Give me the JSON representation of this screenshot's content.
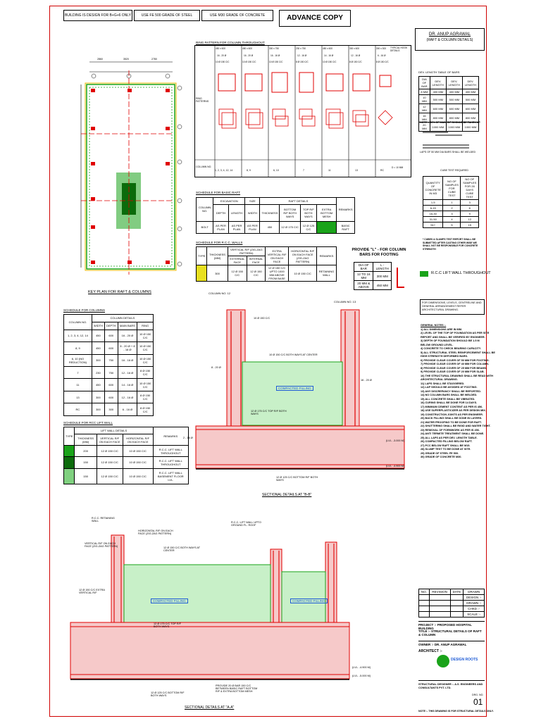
{
  "header": {
    "box1": "BUILDING IS DESIGN FOR B+G+6 ONLY",
    "box2": "USE FE 500 GRADE OF STEEL",
    "box3": "USE M30 GRADE OF CONCRETE",
    "advance": "ADVANCE COPY"
  },
  "title_block": {
    "client": "DR. ANUP AGRAWAL",
    "sheet_title": "(RAFT & COLUMN DETAILS)"
  },
  "ring_pattern": {
    "title": "RING PATTERN FOR COLUMN THROUGHOUT",
    "typical_hook": "TYPICAL HOOK DETAILS",
    "row_ring": "RING PATTERNS",
    "row_column": "COLUMN NO.",
    "sizes": [
      "450 x 600",
      "450 x 600",
      "300 x 750",
      "230 x 750",
      "450 x 600",
      "300 x 600",
      "300 x 300"
    ],
    "bars": [
      "16 - 20 Ø",
      "16 - 20 Ø",
      "16 - 16 Ø",
      "12 - 16 Ø",
      "14 - 16 Ø",
      "12 - 16 Ø",
      "6 - 16 Ø"
    ],
    "rings": [
      "10 Ø 150 C/C",
      "10 Ø 150 C/C",
      "10 Ø 150 C/C",
      "8 Ø 150 C/C",
      "10 Ø 150 C/C",
      "8 Ø 150 C/C",
      "8 Ø 150 C/C"
    ],
    "columns": [
      "1, 2, 3, 4, 12, 14",
      "8, 9",
      "6, 10",
      "7",
      "11",
      "13",
      "RC"
    ],
    "hook_note": "D = 10 MM"
  },
  "keyplan": {
    "title": "KEY PLAN FOR RAFT & COLUMNS",
    "dims_top": [
      "2860",
      "3520",
      "2780"
    ],
    "axis_right": [
      "A",
      "B",
      "C",
      "D",
      "E",
      "F",
      "G"
    ],
    "axis_top": [
      "1",
      "2",
      "3"
    ]
  },
  "basic_raft": {
    "title": "SCHEDULE FOR BASIC RAFT",
    "headers": [
      "COLUMN NO.",
      "EXCAVATION",
      "SIZE",
      "RAFT DETAILS",
      "REMARKS"
    ],
    "sub": [
      "DEPTH",
      "LENGTH",
      "WIDTH",
      "LENGTH",
      "THICKNESS",
      "BOTTOM R/F BOTH WAYS",
      "TOP R/F BOTH WAYS",
      "EXTRA BOTTOM MESH"
    ],
    "row": [
      "BOLT",
      "AS PER PLAN",
      "AS PER PLAN",
      "450",
      "12 Ø 175 C/C",
      "12 Ø 125 C/C",
      "",
      "BASIC RAFT"
    ]
  },
  "rcc_walls": {
    "title": "SCHEDULE FOR R.C.C. WALLS",
    "headers": [
      "TYPE",
      "THICKNESS (MM)",
      "VERTICAL R/F (ZIG-ZAG PATTERN)",
      "EXTRA VERTICAL R/F ON EACH FACE",
      "HORIZONTAL R/F ON EACH FACE (ZIG-ZAG PATTERN)",
      "REMARKS"
    ],
    "sub": [
      "EXTERNAL FACE",
      "INTERNAL FACE"
    ],
    "row": [
      "",
      "300",
      "12 Ø 150 C/C",
      "12 Ø 150 C/C",
      "12 Ø 150 C/C UPTO 1000 MM ABOVE FROM BASE",
      "10 Ø 150 C/C",
      "RETAINING WALL"
    ]
  },
  "l_length": {
    "title": "PROVIDE \"L\" - FOR COLUMN BARS FOR FOOTING",
    "h1": "DIA OF BAR",
    "h2": "L - LENGTH",
    "rows": [
      [
        "12 TO 16 MM",
        "300 MM"
      ],
      [
        "20 MM & ABOVE",
        "450 MM"
      ]
    ]
  },
  "lift_wall_legend": "R.C.C LIFT WALL THROUGHOUT",
  "columns_schedule": {
    "title": "SCHEDULE FOR COLUMNS",
    "head": [
      "COLUMN NO.",
      "COLUMN DETAILS"
    ],
    "sub": [
      "WIDTH",
      "DEPTH",
      "MAIN BARS",
      "RING"
    ],
    "rows": [
      [
        "1, 2, 3, 4, 12, 14",
        "450",
        "600",
        "16 - 20 Ø",
        "10 Ø 150 C/C"
      ],
      [
        "8, 9",
        "450",
        "600",
        "8 - 20 Ø + 8 - 16 Ø",
        "10 Ø 150 C/C"
      ],
      [
        "6, 10 (NO REDUCTION)",
        "300",
        "750",
        "16 - 16 Ø",
        "10 Ø 150 C/C"
      ],
      [
        "7",
        "230",
        "750",
        "12 - 16 Ø",
        "8 Ø 150 C/C"
      ],
      [
        "11",
        "450",
        "600",
        "14 - 16 Ø",
        "10 Ø 150 C/C"
      ],
      [
        "13",
        "300",
        "600",
        "12 - 16 Ø",
        "8 Ø 150 C/C"
      ],
      [
        "RC",
        "300",
        "300",
        "6 - 16 Ø",
        "8 Ø 150 C/C"
      ]
    ]
  },
  "lift_wall": {
    "title": "SCHEDULE FOR RCC LIFT WALL",
    "head": [
      "TYPE",
      "LIFT WALL DETAILS",
      "REMARKS"
    ],
    "sub": [
      "THICKNESS (MM)",
      "VERTICAL R/F ON EACH FACE",
      "HORIZONTAL R/F ON EACH FACE"
    ],
    "rows": [
      [
        "",
        "200",
        "12 Ø 150 C/C",
        "10 Ø 150 C/C",
        "R.C.C. LIFT WALL THROUGHOUT"
      ],
      [
        "",
        "150",
        "12 Ø 150 C/C",
        "10 Ø 150 C/C",
        "R.C.C. LIFT WALL THROUGHOUT"
      ],
      [
        "",
        "150",
        "12 Ø 150 C/C",
        "10 Ø 150 C/C",
        "R.C.C. LIFT WALL BASEMENT FLOOR LVL."
      ]
    ]
  },
  "dev_length": {
    "title": "DEV. LENGTH TABLE OF BARS",
    "head": [
      "DIA OF BAR",
      "DEV. LENGTH",
      "DEV. LENGTH",
      "DEV. LENGTH"
    ],
    "rows": [
      [
        "8 MM",
        "400 MM",
        "400 MM",
        "400 MM"
      ],
      [
        "10 MM",
        "500 MM",
        "500 MM",
        "500 MM"
      ],
      [
        "12 MM",
        "600 MM",
        "600 MM",
        "600 MM"
      ],
      [
        "16 MM",
        "800 MM",
        "800 MM",
        "800 MM"
      ],
      [
        "20 MM",
        "1000 MM",
        "1000 MM",
        "1000 MM"
      ]
    ],
    "note": "NOTE :- 50% OF MAIN R/F SHOULD BE TAKEN UP"
  },
  "lap_note": "LAPS OF 50 MM DIA BARS SHALL BE WELDED",
  "cube_test": {
    "title": "CUBE TEST REQUIRED",
    "head": [
      "QUANTITY OF CONCRETE IN M3",
      "NO OF SAMPLES FOR CUBE TEST",
      "NO OF SAMPLES FOR 28 DAYS CUBE TEST"
    ],
    "rows": [
      [
        "1-5",
        "1",
        "3"
      ],
      [
        "6-15",
        "2",
        "6"
      ],
      [
        "16-30",
        "3",
        "9"
      ],
      [
        "31-50",
        "4",
        "12"
      ],
      [
        "51+",
        "5",
        "15"
      ]
    ],
    "note": "* CUBES & SLUMPS TEST REPORT SHALL BE SUBMITTED AFTER CASTING OTHER WISE WE SHALL NOT BE RESPONSIBLE FOR CONCRETE STRENGTH"
  },
  "foundation_note": "FOR DIMENSIONS, LEVELS, CENTRELINE AND GENERAL ARRANGEMENT REFER ARCHITECTURAL DRAWING.",
  "notes_title": "GENERAL NOTES :-",
  "notes": [
    "1) ALL DIMENSIONS ARE IN MM.",
    "2) LEVEL OF THE TOP OF FOUNDATION AS PER SITE",
    "   REPORT AND SHALL BE VERIFIED BY ENGINEER.",
    "3) DEPTH OF FOUNDATION SHOULD BE 1.5 M",
    "   BELOW GROUND LEVEL.",
    "4) CONCRETE TO CHECK BEARING CAPACITY.",
    "5) ALL STRUCTURAL STEEL REINFORCEMENT SHALL BE",
    "   HIGH STRENGTH DEFORMED BARS.",
    "6) PROVIDE CLEAR COVER OF 50 MM FOR FOOTING.",
    "7) PROVIDE CLEAR COVER OF 40 MM FOR COLUMN.",
    "8) PROVIDE CLEAR COVER OF 25 MM FOR BEAMS.",
    "9) PROVIDE CLEAR COVER OF 20 MM FOR SLAB.",
    "10) THE STRUCTURAL DRAWING SHALL BE READ WITH",
    "    ARCHITECTURAL DRAWING.",
    "11) LAPS SHALL BE STAGGERED.",
    "12) LAP SHOULD BE AVOIDED AT FOOTING.",
    "13) ANY DISCREPANCY SHALL BE REPORTED.",
    "14) NO COLUMN BARS SHALL BE WELDED.",
    "15) ALL CONCRETE SHALL BE VIBRATED.",
    "16) CURING SHALL BE DONE FOR 14 DAYS.",
    "17) MINIMUM CEMENT CONTENT AS PER IS 456.",
    "18) USE SUPERPLASTICIZER AS PER DESIGN MIX.",
    "19) CONSTRUCTION JOINTS AS PER ENGINEER.",
    "20) BACK FILLING SHALL BE DONE IN LAYERS.",
    "21) WATER PROOFING TO BE DONE FOR RAFT.",
    "22) SHUTTERING SHALL BE RIGID AND WATER TIGHT.",
    "23) REMOVAL OF FORMWORK AS PER IS 456.",
    "24) ANTI TERMITE TREATMENT SHALL BE DONE.",
    "25) ALL LAPS AS PER DEV. LENGTH TABLE.",
    "26) COMPACTED FILLING BELOW RAFT.",
    "27) PCC BELOW RAFT SHALL BE M15.",
    "28) SLUMP TEST TO BE DONE AT SITE.",
    "29) GRADE OF STEEL FE 500.",
    "30) GRADE OF CONCRETE M30."
  ],
  "revision": {
    "head": [
      "NO.",
      "REVISION",
      "DATE",
      "DRAWN"
    ],
    "rows": [
      [
        "",
        "",
        "",
        "DESIGN :-"
      ],
      [
        "",
        "",
        "",
        "DRAWN :-"
      ],
      [
        "",
        "",
        "",
        "CHKD :-"
      ],
      [
        "",
        "",
        "",
        "SCALE :-"
      ]
    ]
  },
  "project": "PROJECT :- PROPOSED HOSPITAL BUILDING",
  "title": "TITLE :- STRUCTURAL DETAILS OF RAFT & COLUMN",
  "owner": "OWNER :- DR. ANUP AGRAWAL",
  "architect": "ARCHITECT :-",
  "design_logo": "DESIGN ROOTS",
  "consultant": "STRUCTURAL DESIGNER :- A.S. ENGINEERS AND CONSULTANTS PVT. LTD.",
  "drg_no_label": "DRG. NO.",
  "drg_no": "01",
  "footer_note": "NOTE :- THIS DRAWING IS FOR STRUCTURAL DETAILS ONLY.",
  "section_bb": {
    "title": "SECTIONAL DETAILS AT \"B-B\"",
    "filling": "COMPACTED FILLING",
    "col_left": "COLUMN NO. 12",
    "col_right": "COLUMN NO. 13",
    "labels": [
      "10 Ø 150 C/C",
      "10 Ø 150 C/C BOTH WAYS AT CENTER",
      "12 Ø 175 C/C TOP R/F BOTH WAYS",
      "12 Ø 125 C/C BOTTOM R/F BOTH WAYS",
      "(LVL. -3.000 M)",
      "(LVL. -4.900 M)",
      "2 - 16 Ø",
      "8 - 20 Ø",
      "16 - 20 Ø"
    ]
  },
  "section_aa": {
    "title": "SECTIONAL DETAILS AT \"A-A\"",
    "filling": "COMPACTED FILLING",
    "labels": [
      "R.C.C. RETAINING WALL",
      "HORIZONTAL R/F ON EACH FACE (ZIG-ZAG PATTERN)",
      "VERTICAL R/F ON EACH FACE (ZIG-ZAG PATTERN)",
      "12 Ø 150 C/C BOTH WAYS AT CENTER",
      "R.C.C. LIFT WALL UPTO GROUND FL. ROOF",
      "12 Ø 150 C/C EXTRA VERTICAL R/F",
      "12 Ø 175 C/C TOP R/F BOTH WAYS",
      "12 Ø 125 C/C BOTTOM R/F BOTH WAYS",
      "PROVIDE 20 Ø BAR 150 C/C BETWEEN BASIC RAFT BOTTOM R/F & EXTRA BOTTOM MESH",
      "(LVL. -4.900 M)",
      "(LVL. -5.000 M)"
    ]
  },
  "colors": {
    "red": "#e00000",
    "green": "#1aa31a",
    "fill": "#c8f0c8",
    "blue": "#1e5bd6"
  }
}
